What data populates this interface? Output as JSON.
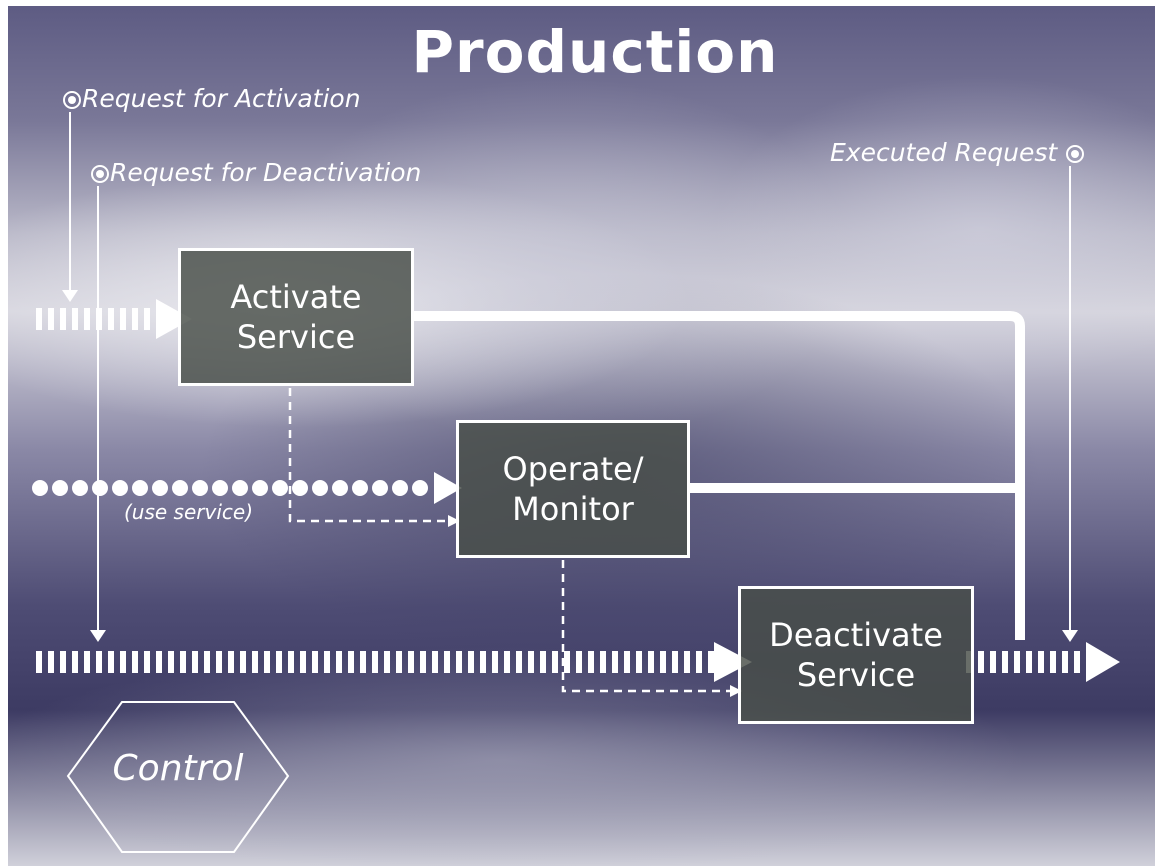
{
  "diagram": {
    "title": "Production",
    "requests": {
      "activation": "Request for Activation",
      "deactivation": "Request for Deactivation",
      "executed": "Executed Request"
    },
    "boxes": {
      "activate": "Activate\nService",
      "operate": "Operate/\nMonitor",
      "deactivate": "Deactivate\nService"
    },
    "use_service_label": "(use service)",
    "control_label": "Control"
  },
  "icons": {
    "request_marker": "target-dot-icon"
  },
  "colors": {
    "line": "#ffffff",
    "box_fill": "#4b524b",
    "background": "#5c5a82"
  }
}
